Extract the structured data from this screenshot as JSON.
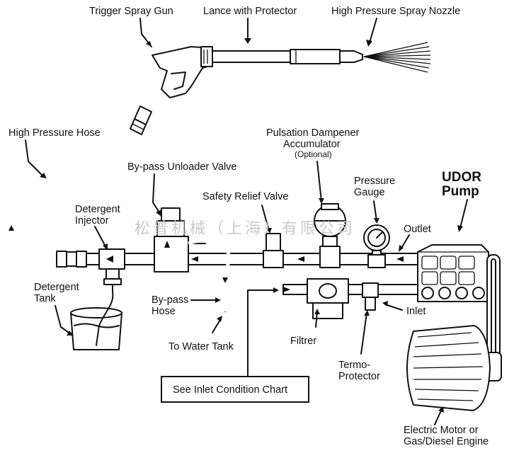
{
  "labels": {
    "trigger_spray_gun": "Trigger Spray Gun",
    "lance_with_protector": "Lance with Protector",
    "high_pressure_spray_nozzle": "High Pressure Spray Nozzle",
    "high_pressure_hose": "High Pressure Hose",
    "bypass_unloader_valve": "By-pass Unloader Valve",
    "pulsation_dampener_line1": "Pulsation Dampener",
    "pulsation_dampener_line2": "Accumulator",
    "pulsation_dampener_optional": "(Optional)",
    "pressure_gauge_line1": "Pressure",
    "pressure_gauge_line2": "Gauge",
    "udor_line1": "UDOR",
    "udor_line2": "Pump",
    "safety_relief_valve": "Safety Relief Valve",
    "detergent_injector_line1": "Detergent",
    "detergent_injector_line2": "Injector",
    "outlet": "Outlet",
    "detergent_tank_line1": "Detergent",
    "detergent_tank_line2": "Tank",
    "bypass_hose_line1": "By-pass",
    "bypass_hose_line2": "Hose",
    "inlet": "Inlet",
    "to_water_tank": "To Water Tank",
    "filter": "Filtrer",
    "termo_protector_line1": "Termo-",
    "termo_protector_line2": "Protector",
    "see_inlet_condition_chart": "See Inlet Condition Chart",
    "motor_line1": "Electric Motor or",
    "motor_line2": "Gas/Diesel Engine"
  },
  "watermark": "松普机械（上海）有限公司"
}
